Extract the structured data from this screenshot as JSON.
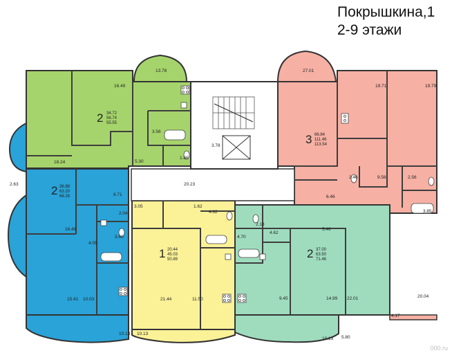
{
  "title": {
    "line1": "Покрышкина,1",
    "line2": "2-9 этажи"
  },
  "colors": {
    "green": "#a6d46c",
    "blue": "#29a3d8",
    "yellow": "#fbf297",
    "pink": "#f6b0a4",
    "mint": "#9fdcbe",
    "corridor": "#ffffff",
    "wall": "#4a4a4a",
    "outline": "#333333"
  },
  "apartments": {
    "green": {
      "rooms": "2",
      "areas": [
        "34.72",
        "56.74",
        "55.55"
      ]
    },
    "blue": {
      "rooms": "2",
      "areas": [
        "36.88",
        "63.20",
        "68.26"
      ]
    },
    "yellow": {
      "rooms": "1",
      "areas": [
        "20.44",
        "45.03",
        "50.89"
      ]
    },
    "pink": {
      "rooms": "3",
      "areas": [
        "66.84",
        "111.46",
        "113.54"
      ]
    },
    "mint": {
      "rooms": "2",
      "areas": [
        "37.00",
        "63.50",
        "71.46"
      ]
    }
  },
  "labels": {
    "g_bay": "13.78",
    "g_room_top": "16.49",
    "g_bath": "3.56",
    "g_kitchen": "18.24",
    "g_wc": "1.86",
    "g_hall": "5.30",
    "b_balcony": "2.63",
    "b_room_top": "6.71",
    "b_room_mid": "16.48",
    "b_wc1": "2.04",
    "b_wc2": "3.60",
    "b_hall": "4.05",
    "b_room_low": "15.41",
    "b_kitchen": "10.03",
    "b_loggia": "10.13",
    "y_small": "3.05",
    "y_wc": "1.62",
    "y_bath": "4.62",
    "y_room": "21.44",
    "y_kitchen": "11.50",
    "y_loggia": "10.13",
    "corridor": "20.23",
    "stair": "3.78",
    "p_bay": "27.01",
    "p_room1": "19.71",
    "p_room2": "19.79",
    "p_wc1": "2.46",
    "p_hall": "9.58",
    "p_wc2": "2.56",
    "p_bath": "3.85",
    "p_corr": "6.46",
    "p_room3": "20.04",
    "p_balc": "4.17",
    "m_wc": "2.18",
    "m_bath1": "4.70",
    "m_bath2": "4.62",
    "m_hall": "5.46",
    "m_room1": "9.45",
    "m_room2": "14.99",
    "m_room3": "22.01",
    "m_loggia1": "10.13",
    "m_loggia2": "5.80"
  },
  "watermark": "000.ru"
}
